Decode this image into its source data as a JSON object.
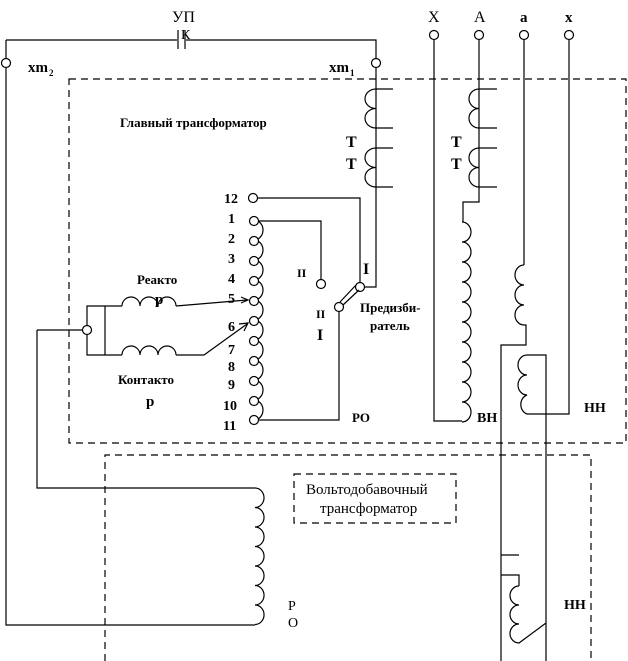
{
  "title": "Схема трансформатора с РПН и вольтодобавочным трансформатором",
  "labels": {
    "up": "УП",
    "k": "К",
    "xm2": "xm",
    "xm2_sub": "2",
    "xm1": "xm",
    "xm1_sub": "1",
    "main_transformer": "Главный трансформатор",
    "tt1_a": "Т",
    "tt1_b": "Т",
    "tt2_a": "Т",
    "tt2_b": "Т",
    "reactor_1": "Реакто",
    "reactor_2": "р",
    "contactor_1": "Контакто",
    "contactor_2": "р",
    "selector_1": "Предизби-",
    "selector_2": "ратель",
    "pos_I_top": "I",
    "pos_II_left": "II",
    "pos_II_lower": "II",
    "pos_I_lower": "I",
    "ro_main": "РО",
    "vn": "ВН",
    "nn_main": "НН",
    "booster_1": "Вольтодобавочный",
    "booster_2": "трансформатор",
    "ro_booster_1": "Р",
    "ro_booster_2": "О",
    "nn_booster": "НН"
  },
  "terminals": [
    "X",
    "A",
    "a",
    "x"
  ],
  "taps": [
    "12",
    "1",
    "2",
    "3",
    "4",
    "5",
    "6",
    "7",
    "8",
    "9",
    "10",
    "11"
  ]
}
